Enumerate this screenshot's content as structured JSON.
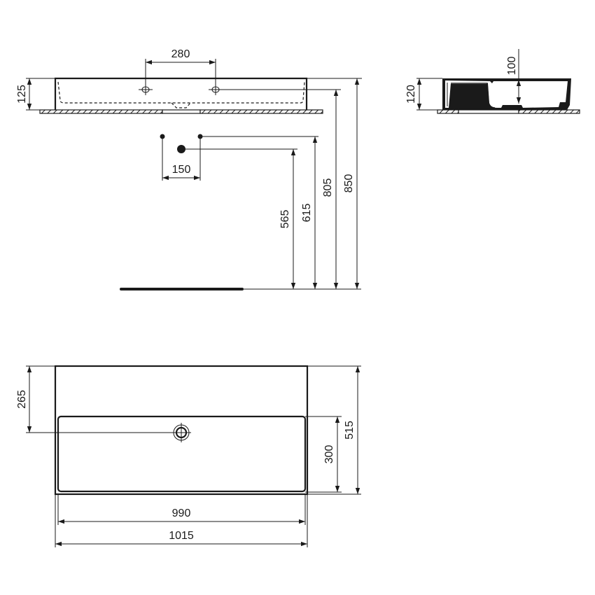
{
  "drawing": {
    "title": "Washbasin technical drawing",
    "views": [
      "front-elevation",
      "side-section",
      "plan-view"
    ],
    "colors": {
      "line": "#1a1a1a",
      "background": "#ffffff"
    }
  },
  "front_view": {
    "dims": {
      "tap_hole_spacing": "280",
      "basin_height": "125"
    }
  },
  "side_view": {
    "dims": {
      "overall_height": "120",
      "bowl_depth": "100"
    }
  },
  "installation": {
    "dims": {
      "supply_spacing": "150",
      "waste_height": "565",
      "supply_height": "615",
      "tap_height": "805",
      "rim_height": "850"
    }
  },
  "plan_view": {
    "dims": {
      "waste_from_back": "265",
      "bowl_depth": "300",
      "overall_depth": "515",
      "bowl_width": "990",
      "overall_width": "1015"
    }
  }
}
